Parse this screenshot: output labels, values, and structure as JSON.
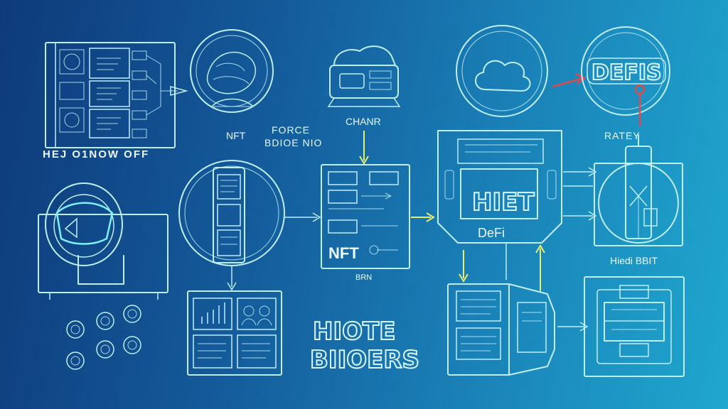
{
  "labels": {
    "top_left_caption": "HEJ  O1NOW  OFF",
    "nft_top": "NFT",
    "force_line1": "FORCE",
    "force_line2": "BDIOE NIO",
    "chanr": "CHANR",
    "defis": "DEFIS",
    "ratey": "RATEY",
    "center_nft": "NFT",
    "brn": "BRN",
    "defi": "DeFi",
    "hiet": "HIET",
    "hiedi_bbit": "Hiedi BBIT",
    "hiote_line1": "HIOTE",
    "hiote_line2": "BIIOERS"
  },
  "colors": {
    "background_start": "#0e3a7a",
    "background_end": "#1fa7cf",
    "line": "#bdeefa",
    "highlight": "#7ff0ff",
    "yellow_arrow": "#e6ee70",
    "red_arrow": "#e04a4a"
  },
  "icons": [
    "dashboard-panel-icon",
    "nft-globe-icon",
    "chain-machine-icon",
    "cloud-circle-icon",
    "defi-badge-icon",
    "wearable-device-icon",
    "phone-circle-icon",
    "nft-card-icon",
    "defi-hub-icon",
    "rate-globe-icon",
    "coin-icons",
    "analytics-board-icon",
    "server-cabinet-icon",
    "vault-panel-icon"
  ]
}
